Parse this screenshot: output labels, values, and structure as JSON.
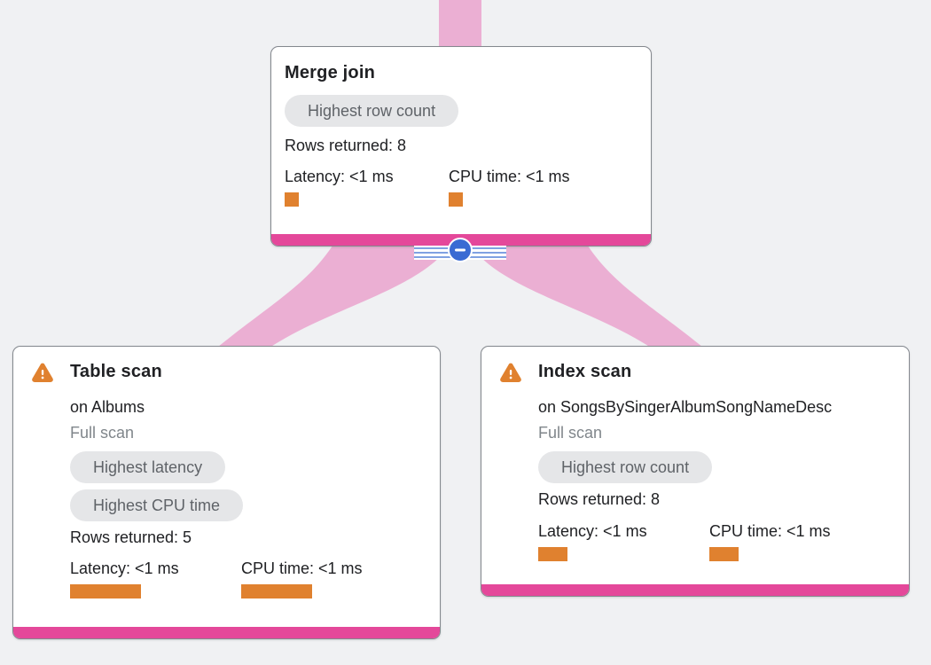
{
  "app": {
    "view_name": "query-execution-plan-graph"
  },
  "colors": {
    "background": "#F0F1F3",
    "node_accent_pink": "#E4489A",
    "edge_pink": "#EBAFD3",
    "metric_orange": "#E0812F",
    "warning_orange": "#E0812F",
    "badge_bg": "#E5E6E8",
    "badge_text": "#5F6368",
    "text_primary": "#202124",
    "text_muted": "#80868B",
    "collapse_blue": "#3A6BD3",
    "card_border": "#84888E"
  },
  "icons": {
    "warning": "warning-triangle-exclamation",
    "collapse": "minus-in-circle"
  },
  "nodes": [
    {
      "title": "Merge join",
      "badges": [
        "Highest row count"
      ],
      "rows_returned": "Rows returned: 8",
      "latency": "Latency: <1 ms",
      "cpu": "CPU time: <1 ms"
    },
    {
      "title": "Table scan",
      "subtitle": "on Albums",
      "scan_type": "Full scan",
      "badges": [
        "Highest latency",
        "Highest CPU time"
      ],
      "rows_returned": "Rows returned: 5",
      "latency": "Latency: <1 ms",
      "cpu": "CPU time: <1 ms"
    },
    {
      "title": "Index scan",
      "subtitle": "on SongsBySingerAlbumSongNameDesc",
      "scan_type": "Full scan",
      "badges": [
        "Highest row count"
      ],
      "rows_returned": "Rows returned: 8",
      "latency": "Latency: <1 ms",
      "cpu": "CPU time: <1 ms"
    }
  ]
}
